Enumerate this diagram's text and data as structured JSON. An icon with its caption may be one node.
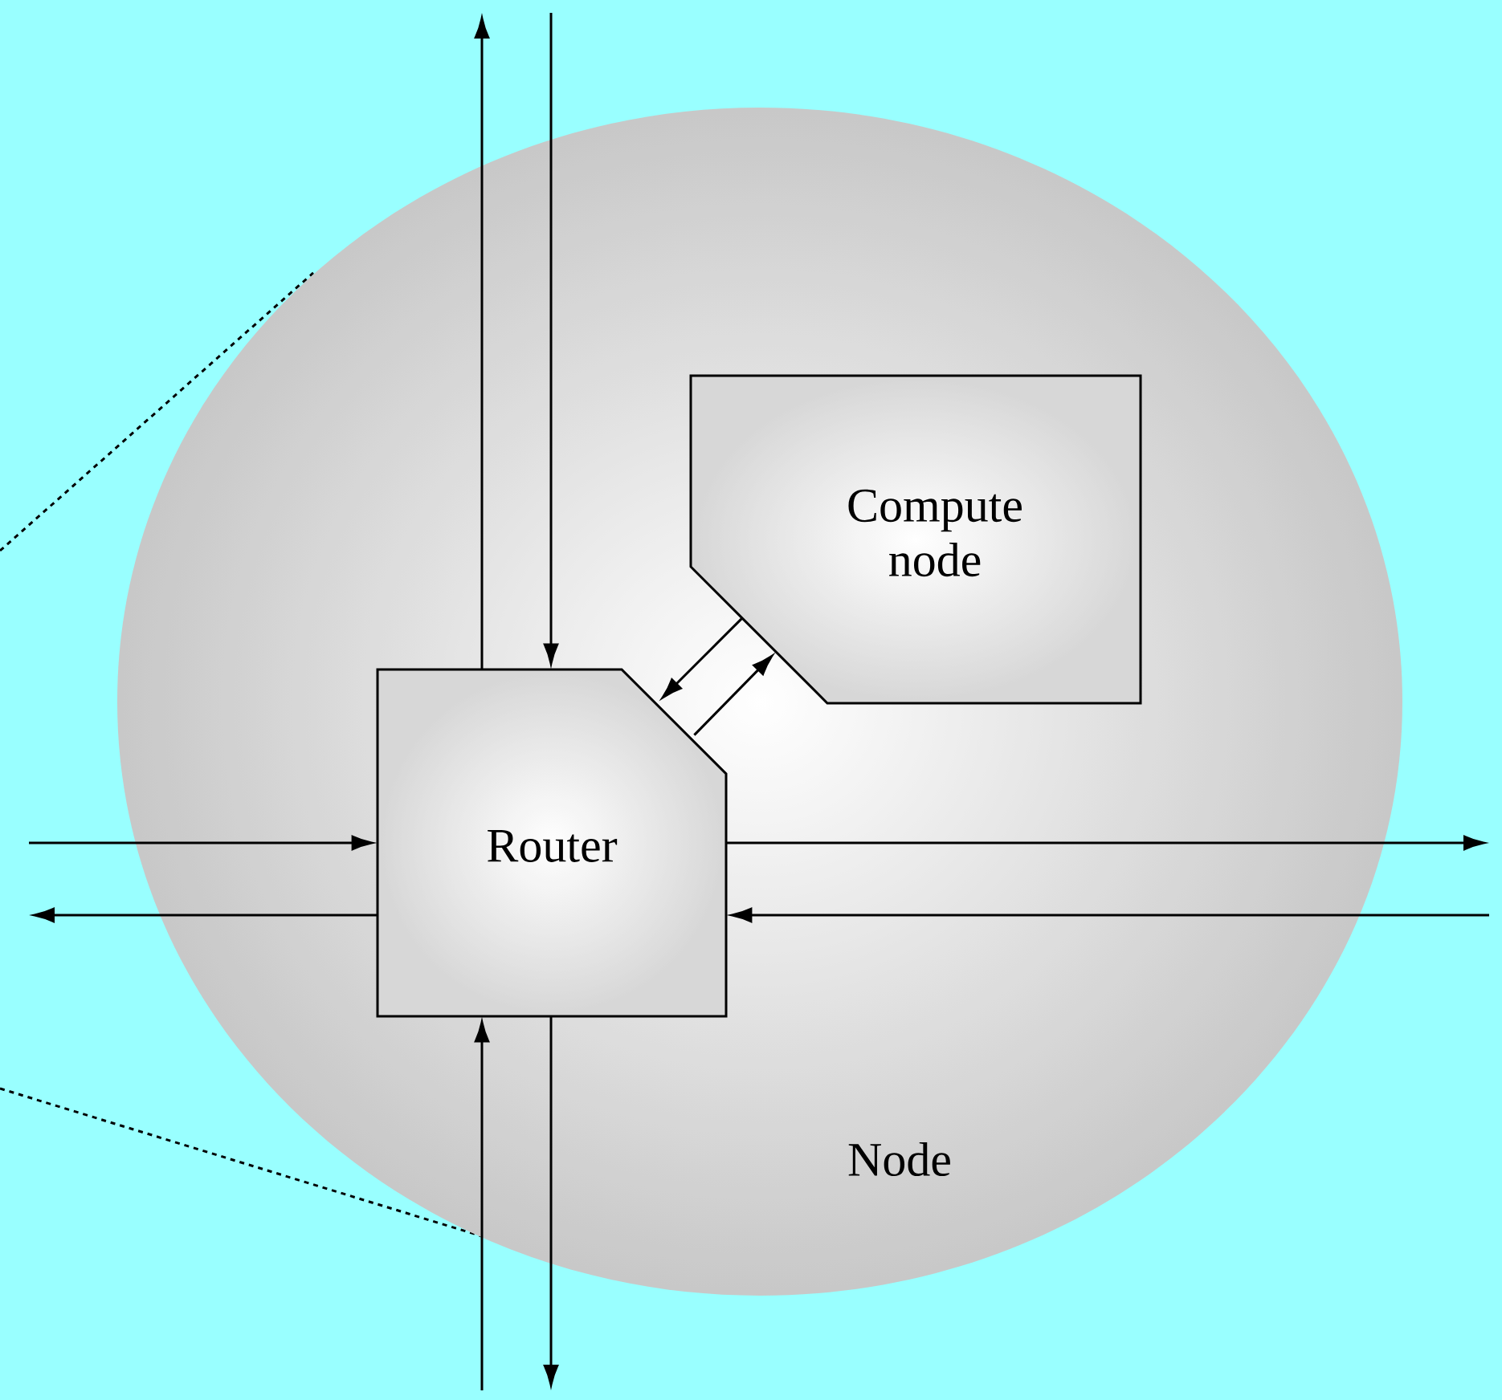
{
  "diagram": {
    "nodes": [
      {
        "text": [
          "Node"
        ]
      },
      {
        "text": [
          "Router"
        ],
        "in": 0
      },
      {
        "text": [
          "Compute node"
        ],
        "in": 0
      }
    ],
    "edges": [
      {
        "from": 1,
        "to": null,
        "arrow": "to"
      },
      {
        "from": null,
        "to": 1,
        "arrow": "to"
      },
      {
        "from": 2,
        "to": 1,
        "arrow": "to"
      },
      {
        "from": 1,
        "to": 2,
        "arrow": "to"
      },
      {
        "from": null,
        "to": 1,
        "arrow": "to"
      },
      {
        "from": 1,
        "to": null,
        "arrow": "to"
      },
      {
        "from": 1,
        "to": null,
        "arrow": "to"
      },
      {
        "from": null,
        "to": 1,
        "arrow": "to"
      },
      {
        "from": null,
        "to": 1,
        "arrow": "to"
      },
      {
        "from": 1,
        "to": null,
        "arrow": "to"
      }
    ]
  }
}
